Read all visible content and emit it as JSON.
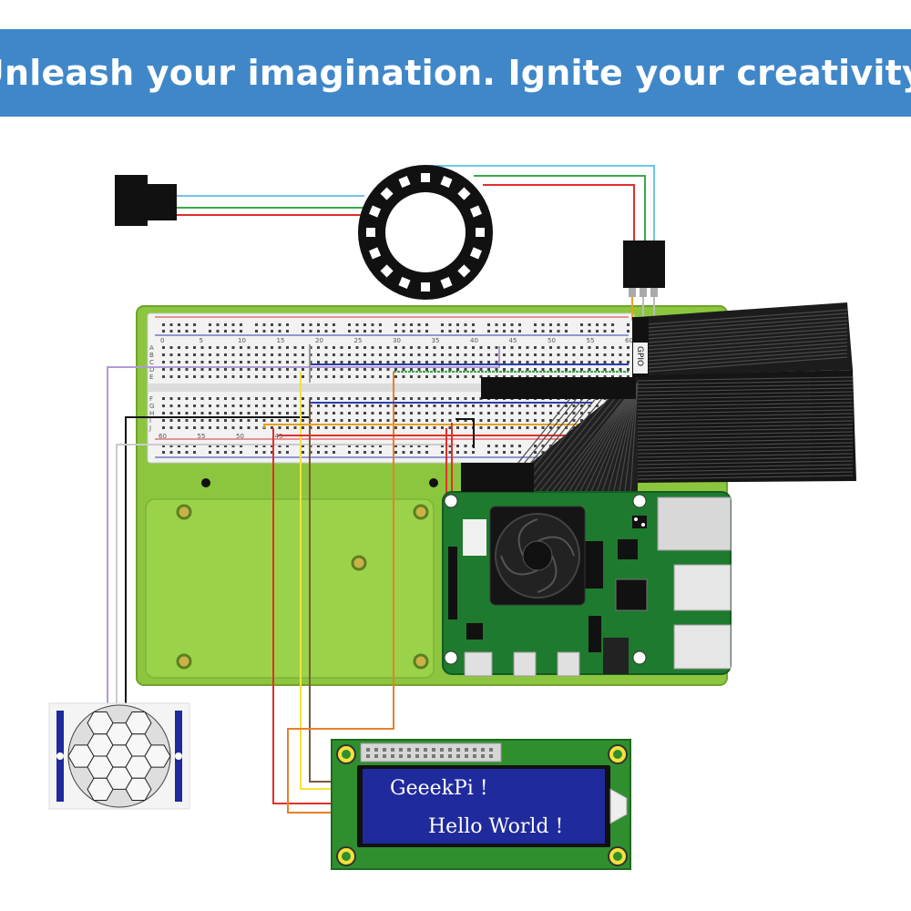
{
  "banner": {
    "title": "Unleash your imagination. Ignite your creativity."
  },
  "breadboard": {
    "top_numbers": [
      "0",
      "5",
      "10",
      "15",
      "20",
      "25",
      "30",
      "35",
      "40",
      "45",
      "50",
      "55",
      "60"
    ],
    "bottom_numbers": [
      "60",
      "55",
      "50",
      "45"
    ],
    "row_letters_top": [
      "A",
      "B",
      "C",
      "D",
      "E"
    ],
    "row_letters_bottom": [
      "F",
      "G",
      "H",
      "I",
      "J"
    ]
  },
  "gpio_label": "GPIO",
  "lcd": {
    "line1": "GeeekPi !",
    "line2": "Hello  World !",
    "backlight": "#1f2a9c"
  },
  "colors": {
    "banner": "#3f87c8",
    "board": "#8cc63f",
    "pcb": "#1e7a2e",
    "lcd_pcb": "#2f8f2f"
  }
}
